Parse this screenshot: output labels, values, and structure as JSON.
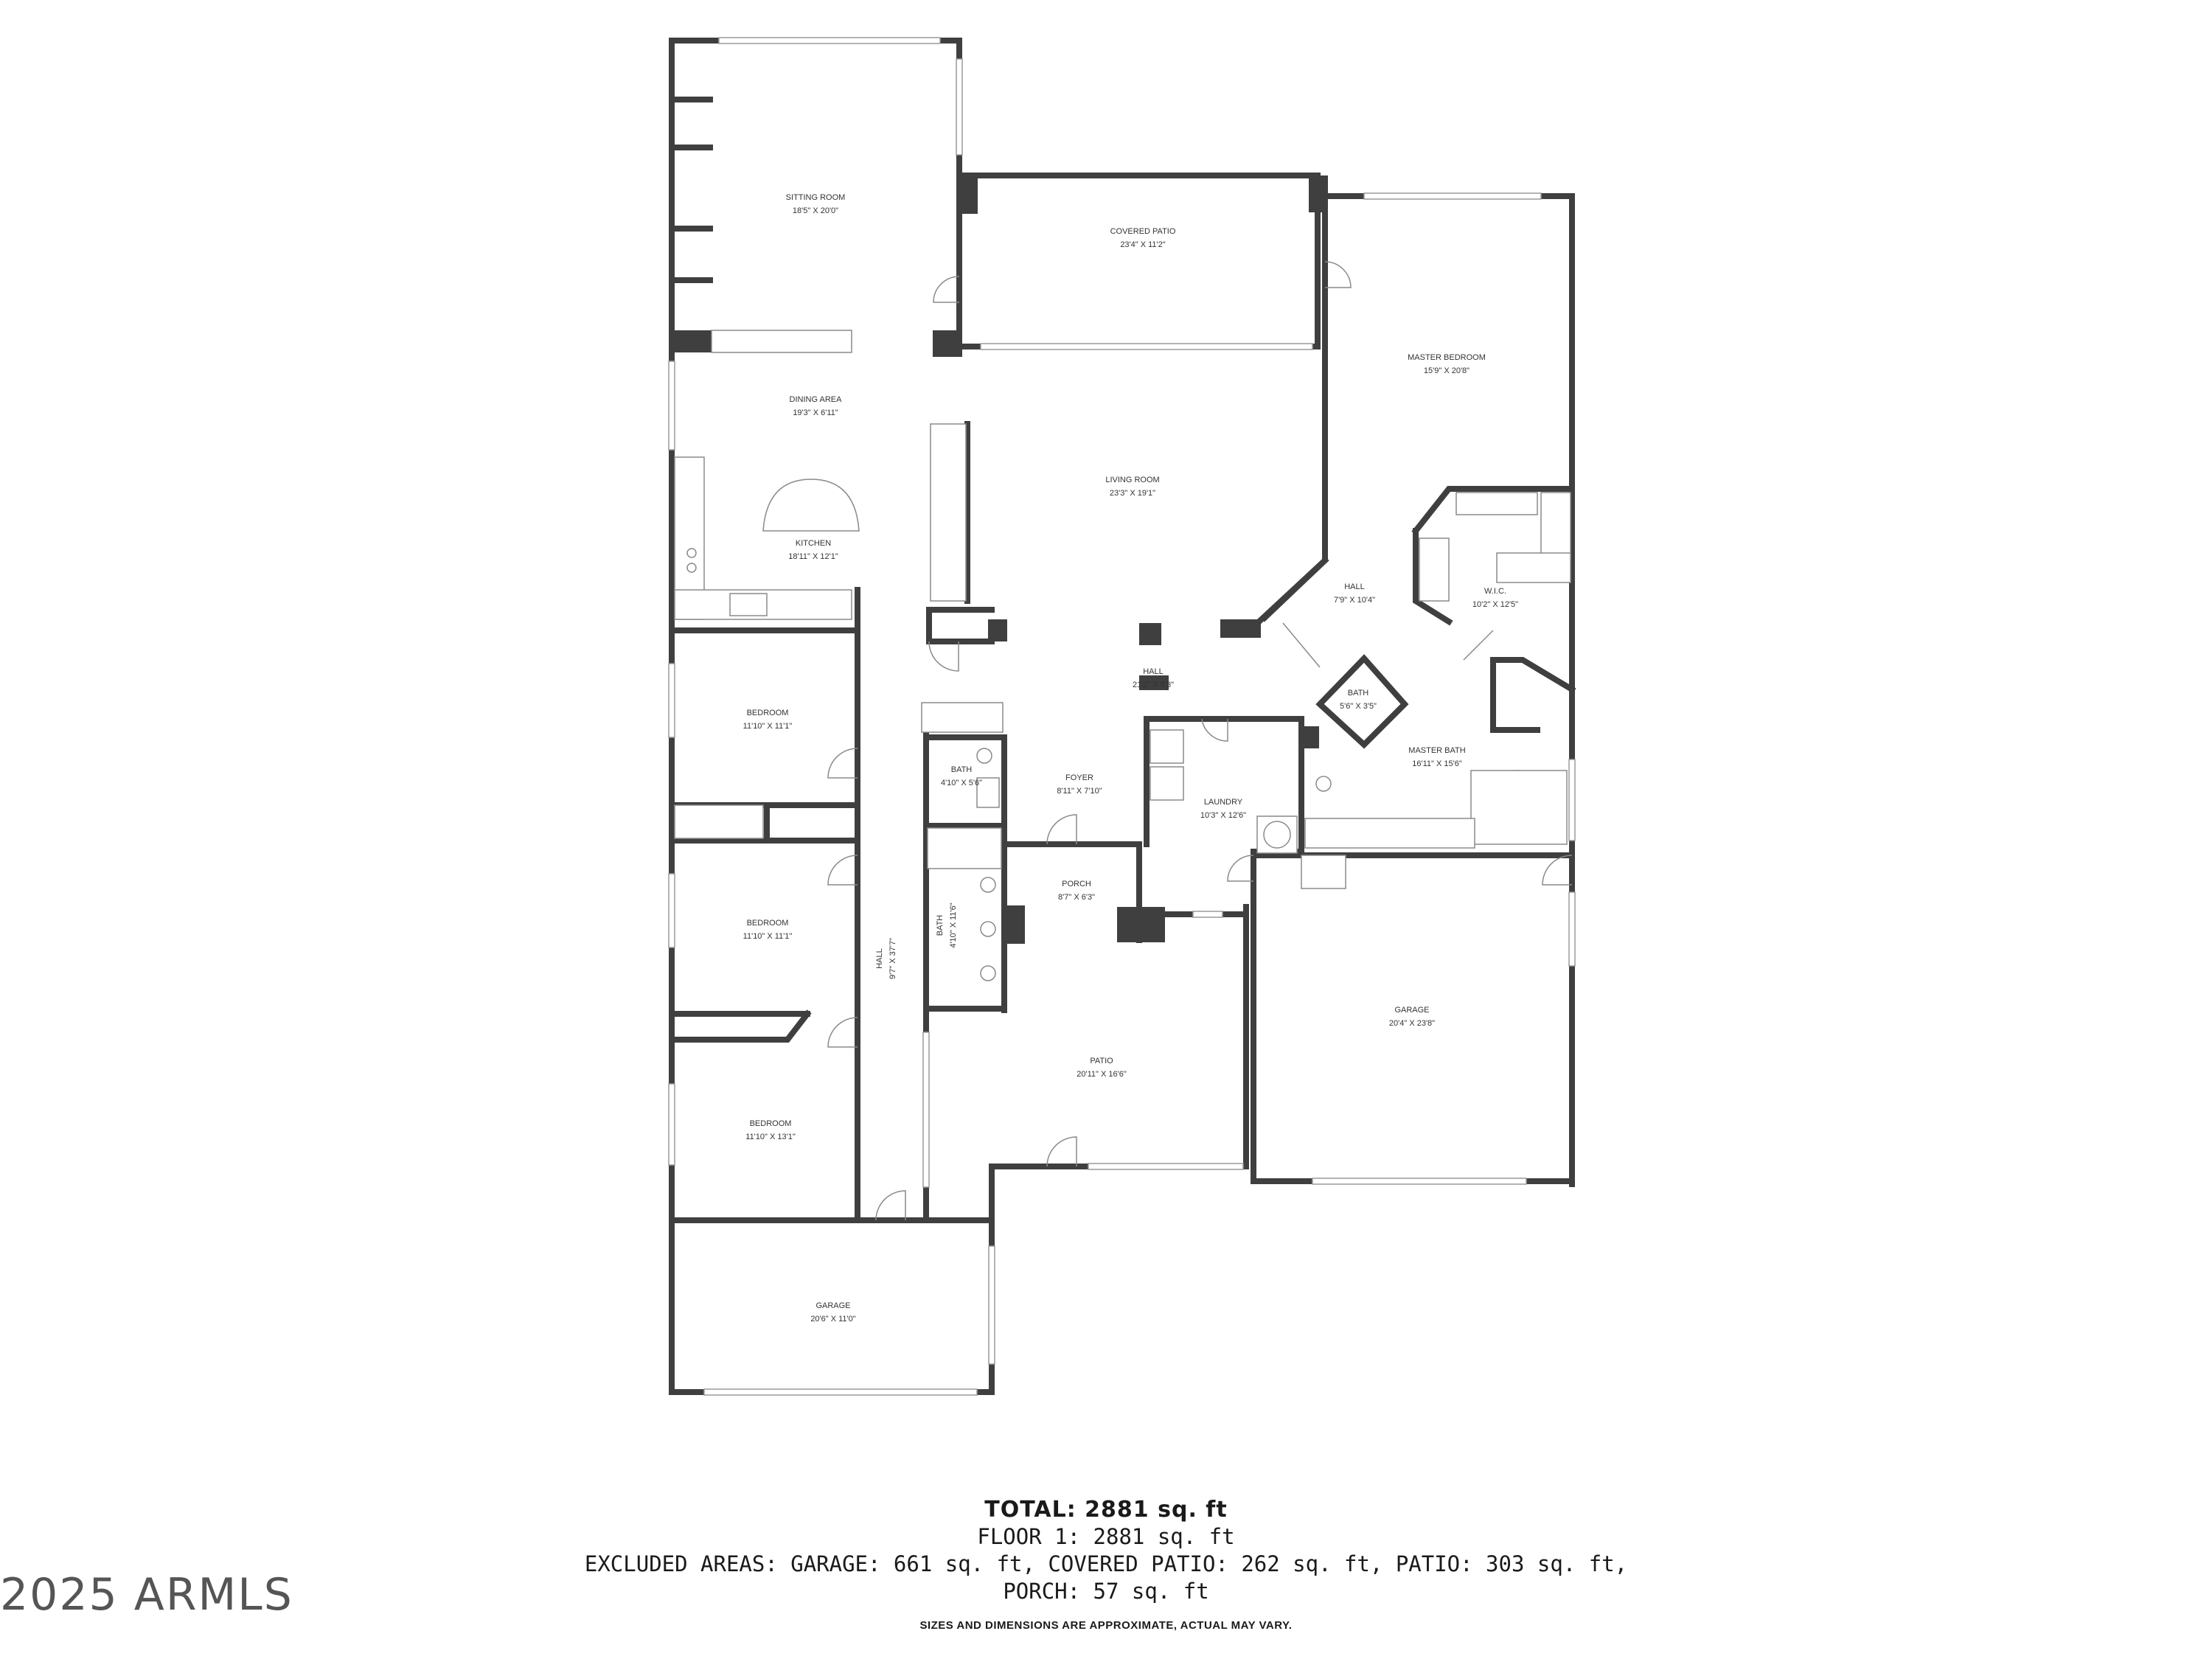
{
  "rooms": [
    {
      "key": "sitting_room",
      "name": "SITTING ROOM",
      "dims": "18'5\" X 20'0\""
    },
    {
      "key": "covered_patio",
      "name": "COVERED PATIO",
      "dims": "23'4\" X 11'2\""
    },
    {
      "key": "master_bedroom",
      "name": "MASTER BEDROOM",
      "dims": "15'9\" X 20'8\""
    },
    {
      "key": "dining_area",
      "name": "DINING AREA",
      "dims": "19'3\" X 6'11\""
    },
    {
      "key": "living_room",
      "name": "LIVING ROOM",
      "dims": "23'3\" X 19'1\""
    },
    {
      "key": "kitchen",
      "name": "KITCHEN",
      "dims": "18'11\" X 12'1\""
    },
    {
      "key": "hall_master",
      "name": "HALL",
      "dims": "7'9\" X 10'4\""
    },
    {
      "key": "wic",
      "name": "W.I.C.",
      "dims": "10'2\" X 12'5\""
    },
    {
      "key": "hall_center",
      "name": "HALL",
      "dims": "21'2\" X 5'3\""
    },
    {
      "key": "bath_master_small",
      "name": "BATH",
      "dims": "5'6\" X 3'5\""
    },
    {
      "key": "bedroom_1",
      "name": "BEDROOM",
      "dims": "11'10\" X 11'1\""
    },
    {
      "key": "master_bath",
      "name": "MASTER BATH",
      "dims": "16'11\" X 15'6\""
    },
    {
      "key": "bath_1",
      "name": "BATH",
      "dims": "4'10\" X 5'6\""
    },
    {
      "key": "foyer",
      "name": "FOYER",
      "dims": "8'11\" X 7'10\""
    },
    {
      "key": "laundry",
      "name": "LAUNDRY",
      "dims": "10'3\" X 12'6\""
    },
    {
      "key": "porch",
      "name": "PORCH",
      "dims": "8'7\" X 6'3\""
    },
    {
      "key": "bedroom_2",
      "name": "BEDROOM",
      "dims": "11'10\" X 11'1\""
    },
    {
      "key": "hall_long",
      "name": "HALL",
      "dims": "9'7\" X 37'7\""
    },
    {
      "key": "bath_2",
      "name": "BATH",
      "dims": "4'10\" X 11'6\""
    },
    {
      "key": "garage_main",
      "name": "GARAGE",
      "dims": "20'4\" X 23'8\""
    },
    {
      "key": "patio",
      "name": "PATIO",
      "dims": "20'11\" X 16'6\""
    },
    {
      "key": "bedroom_3",
      "name": "BEDROOM",
      "dims": "11'10\" X 13'1\""
    },
    {
      "key": "garage_small",
      "name": "GARAGE",
      "dims": "20'6\" X 11'0\""
    }
  ],
  "summary": {
    "total": "TOTAL: 2881 sq. ft",
    "floor": "FLOOR 1: 2881 sq. ft",
    "excluded": "EXCLUDED AREAS: GARAGE: 661 sq. ft, COVERED PATIO: 262 sq. ft, PATIO: 303 sq. ft,",
    "porch": "PORCH: 57 sq. ft",
    "note": "SIZES AND DIMENSIONS ARE APPROXIMATE, ACTUAL MAY VARY."
  },
  "watermark": "2025 ARMLS"
}
